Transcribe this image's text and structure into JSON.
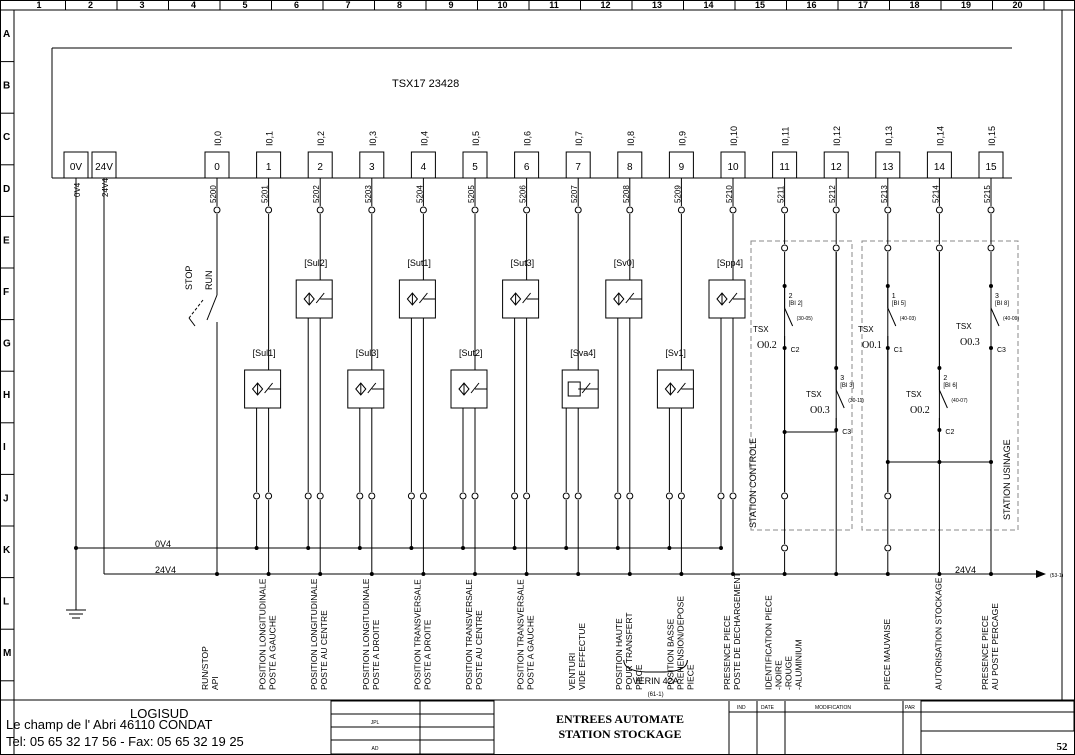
{
  "columns": [
    "1",
    "2",
    "3",
    "4",
    "5",
    "6",
    "7",
    "8",
    "9",
    "10",
    "11",
    "12",
    "13",
    "14",
    "15",
    "16",
    "17",
    "18",
    "19",
    "20"
  ],
  "rows": [
    "A",
    "B",
    "C",
    "D",
    "E",
    "F",
    "G",
    "H",
    "I",
    "J",
    "K",
    "L",
    "M"
  ],
  "plc": {
    "model": "TSX17 23428",
    "supply": [
      "0V",
      "24V"
    ],
    "supply_wires": [
      "0V4",
      "24V4"
    ],
    "inputs": [
      {
        "addr": "I0,0",
        "n": "0",
        "wire": "5200",
        "label": [
          "RUN/STOP",
          "API"
        ]
      },
      {
        "addr": "I0,1",
        "n": "1",
        "wire": "5201",
        "sensor": "[Sul1]",
        "label": [
          "POSITION LONGITUDINALE",
          "POSTE A GAUCHE"
        ]
      },
      {
        "addr": "I0,2",
        "n": "2",
        "wire": "5202",
        "sensor": "[Sul2]",
        "label": [
          "POSITION LONGITUDINALE",
          "POSTE AU CENTRE"
        ]
      },
      {
        "addr": "I0,3",
        "n": "3",
        "wire": "5203",
        "sensor": "[Sul3]",
        "label": [
          "POSITION LONGITUDINALE",
          "POSTE A DROITE"
        ]
      },
      {
        "addr": "I0,4",
        "n": "4",
        "wire": "5204",
        "sensor": "[Sut1]",
        "label": [
          "POSITION TRANSVERSALE",
          "POSTE A DROITE"
        ]
      },
      {
        "addr": "I0,5",
        "n": "5",
        "wire": "5205",
        "sensor": "[Sut2]",
        "label": [
          "POSITION TRANSVERSALE",
          "POSTE AU CENTRE"
        ]
      },
      {
        "addr": "I0,6",
        "n": "6",
        "wire": "5206",
        "sensor": "[Sut3]",
        "label": [
          "POSITION TRANSVERSALE",
          "POSTE A GAUCHE"
        ]
      },
      {
        "addr": "I0,7",
        "n": "7",
        "wire": "5207",
        "sensor": "[Sva4]",
        "label": [
          "VENTURI",
          "VIDE EFFECTUE"
        ]
      },
      {
        "addr": "I0,8",
        "n": "8",
        "wire": "5208",
        "sensor": "[Sv0]",
        "label": [
          "POSITION HAUTE",
          "POUR TRANSFERT",
          "PIECE"
        ]
      },
      {
        "addr": "I0,9",
        "n": "9",
        "wire": "5209",
        "sensor": "[Sv1]",
        "label": [
          "POSITION BASSE",
          "PREHENSION/DEPOSE",
          "PIECE"
        ]
      },
      {
        "addr": "I0,10",
        "n": "10",
        "wire": "5210",
        "sensor": "[Spp4]",
        "label": [
          "PRESENCE PIECE",
          "POSTE DE DECHARGEMENT"
        ]
      },
      {
        "addr": "I0,11",
        "n": "11",
        "wire": "5211",
        "label": [
          "IDENTIFICATION PIECE",
          "-NOIRE",
          "-ROUGE",
          "-ALUMINIUM"
        ]
      },
      {
        "addr": "I0,12",
        "n": "12",
        "wire": "5212",
        "label": []
      },
      {
        "addr": "I0,13",
        "n": "13",
        "wire": "5213",
        "label": [
          "PIECE MAUVAISE"
        ]
      },
      {
        "addr": "I0,14",
        "n": "14",
        "wire": "5214",
        "label": [
          "AUTORISATION  STOCKAGE"
        ]
      },
      {
        "addr": "I0,15",
        "n": "15",
        "wire": "5215",
        "label": [
          "PRESENCE PIECE",
          "AU POSTE PERCAGE"
        ]
      }
    ]
  },
  "switch_labels": [
    "STOP",
    "RUN"
  ],
  "verin": "VERIN 42A",
  "verin_ref": "(61-1)",
  "bus": {
    "zero": "0V4",
    "plus": "24V4",
    "plus_right": "24V4",
    "arrow_ref": "(53-1)"
  },
  "station_controle": {
    "title": "STATION CONTROLE",
    "contacts": [
      {
        "tsx": "TSX",
        "o": "O0.2",
        "num": "2",
        "ref": "[BI 2]",
        "sub": "(30-05)",
        "c": "C2"
      },
      {
        "tsx": "TSX",
        "o": "O0.3",
        "num": "3",
        "ref": "[BI 3]",
        "sub": "(30-11)",
        "c": "C3"
      }
    ]
  },
  "station_usinage": {
    "title": "STATION USINAGE",
    "contacts": [
      {
        "tsx": "TSX",
        "o": "O0.1",
        "num": "1",
        "ref": "[BI 5]",
        "sub": "(40-03)",
        "c": "C1"
      },
      {
        "tsx": "TSX",
        "o": "O0.2",
        "num": "2",
        "ref": "[BI 6]",
        "sub": "(40-07)",
        "c": "C2"
      },
      {
        "tsx": "TSX",
        "o": "O0.3",
        "num": "3",
        "ref": "[BI 8]",
        "sub": "(40-09)",
        "c": "C3"
      }
    ]
  },
  "company": {
    "name": "LOGISUD",
    "address": "Le champ de l' Abri      46110 CONDAT",
    "phone": "Tel: 05 65 32 17 56  -  Fax: 05 65 32 19 25"
  },
  "title_block": {
    "title1": "ENTREES AUTOMATE",
    "title2": "STATION STOCKAGE",
    "drawn_by": "JPL",
    "approved": "AD",
    "rev_headers": [
      "IND",
      "DATE",
      "MODIFICATION",
      "PAR"
    ],
    "page": "52"
  },
  "colors": {
    "line": "#000000",
    "blue": "#2b2bd6",
    "green": "#2e6e1e",
    "purple": "#6e3fc0",
    "gray": "#888888"
  }
}
